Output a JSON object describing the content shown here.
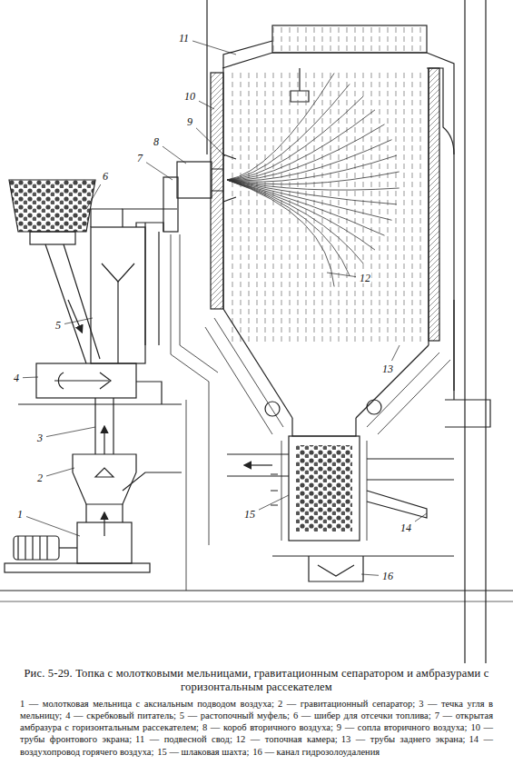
{
  "diagram": {
    "caption": "Рис. 5-29. Топка с молотковыми мельницами, гравитационным сепаратором и амбразурами с горизонтальным рассекателем",
    "labels": [
      "1",
      "2",
      "3",
      "4",
      "5",
      "6",
      "7",
      "8",
      "9",
      "10",
      "11",
      "12",
      "13",
      "14",
      "15",
      "16",
      "1 — молотковая мельница с аксиальным подводом воздуха;",
      "2 — гравитационный сепаратор;",
      "3 — течка угля в мельницу;",
      "4 — скребковый питатель;",
      "5 — растопочный муфель;",
      "6 — шибер для отсечки топлива;",
      "7 — открытая амбразура с горизонтальным рассекателем;",
      "8 — короб вторичного воздуха;",
      "9 — сопла вторичного воздуха;",
      "10 — трубы фронтового экрана;",
      "11 — подвесной свод;",
      "12 — топочная камера;",
      "13 — трубы заднего экрана;",
      "14 — воздухопровод горячего воздуха;",
      "15 — шлаковая шахта;",
      "16 — канал гидрозолоудаления"
    ]
  }
}
